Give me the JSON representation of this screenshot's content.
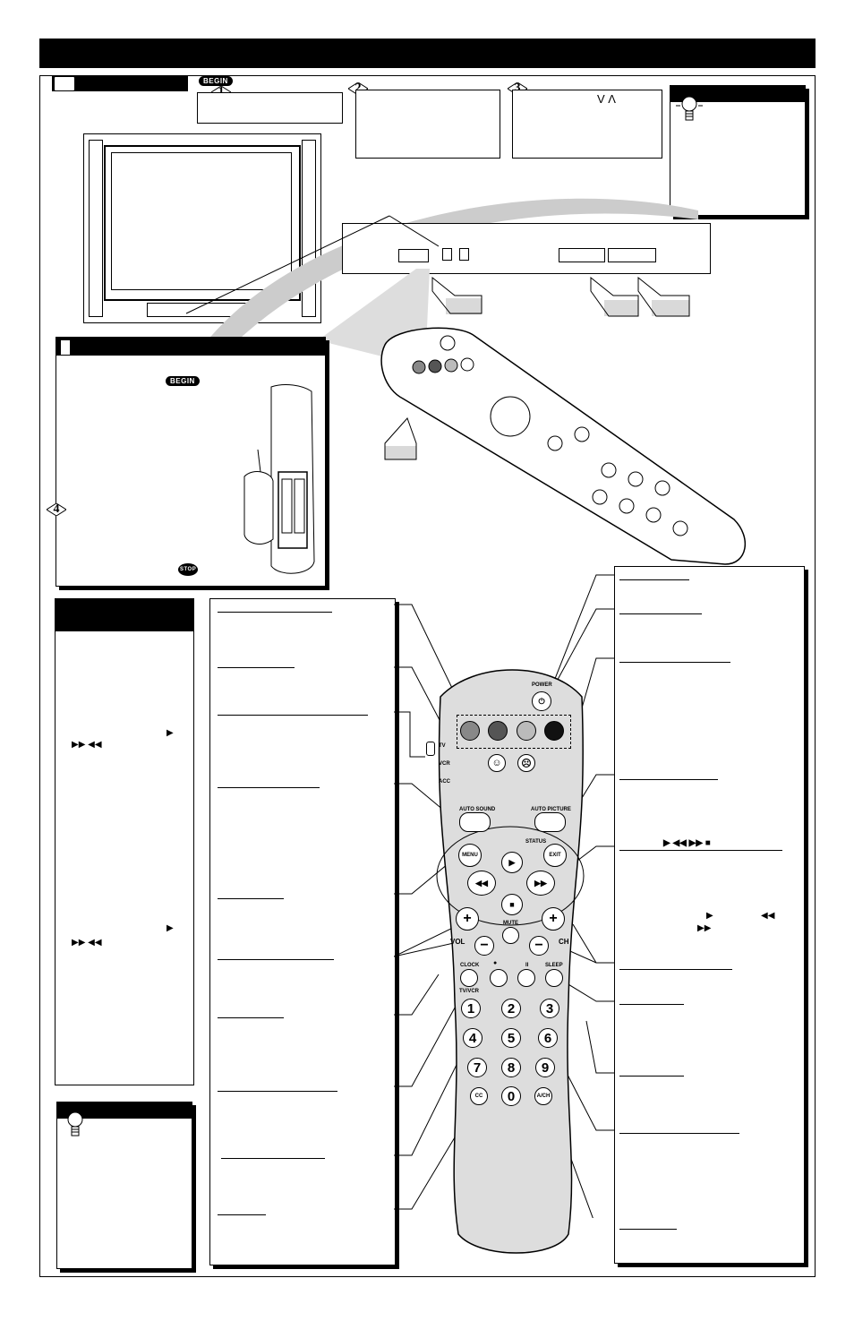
{
  "badges": {
    "begin": "BEGIN",
    "stop": "STOP"
  },
  "steps": [
    "1",
    "2",
    "3",
    "4"
  ],
  "step3_arrows": "V  Λ",
  "remote_labels": {
    "power": "POWER",
    "tv": "TV",
    "vcr": "VCR",
    "acc": "ACC",
    "auto_sound": "AUTO SOUND",
    "auto_picture": "AUTO PICTURE",
    "status": "STATUS",
    "menu": "MENU",
    "exit": "EXIT",
    "mute": "MUTE",
    "vol": "VOL",
    "ch": "CH",
    "clock": "CLOCK",
    "tv_vcr": "TV/VCR",
    "sleep": "SLEEP",
    "pause": "II",
    "record": "●",
    "cc": "CC",
    "ach": "A/CH",
    "plus": "+",
    "minus": "−",
    "digits": [
      "1",
      "2",
      "3",
      "4",
      "5",
      "6",
      "7",
      "8",
      "9",
      "0"
    ]
  },
  "transport_symbols": {
    "right_header": "▶ ◀◀ ▶▶ ■",
    "play": "▶",
    "ff_rw": "▶▶ ◀◀",
    "rw": "◀◀",
    "ff": "▶▶"
  },
  "icons": [
    "tv-icon",
    "remote-icon",
    "lightbulb-icon",
    "hand-press-icon"
  ]
}
